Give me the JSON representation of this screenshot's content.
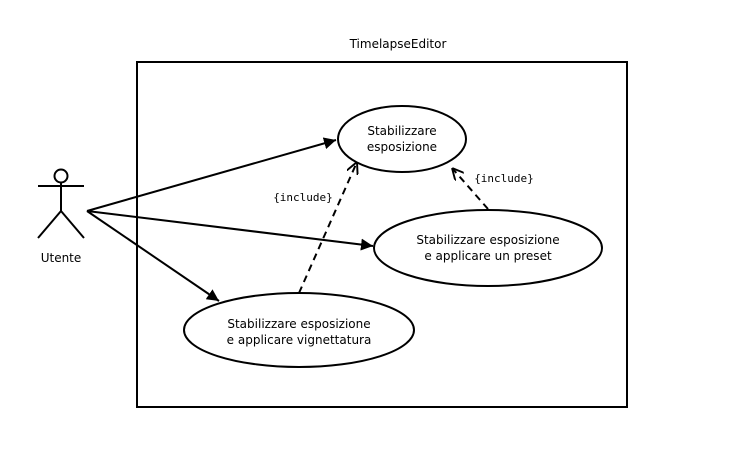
{
  "system": {
    "title": "TimelapseEditor"
  },
  "actor": {
    "name": "Utente"
  },
  "use_cases": {
    "uc1": {
      "line1": "Stabilizzare",
      "line2": "esposizione"
    },
    "uc2": {
      "line1": "Stabilizzare esposizione",
      "line2": "e applicare un preset"
    },
    "uc3": {
      "line1": "Stabilizzare esposizione",
      "line2": "e applicare vignettatura"
    }
  },
  "relations": {
    "include_uc2": "{include}",
    "include_uc3": "{include}"
  }
}
